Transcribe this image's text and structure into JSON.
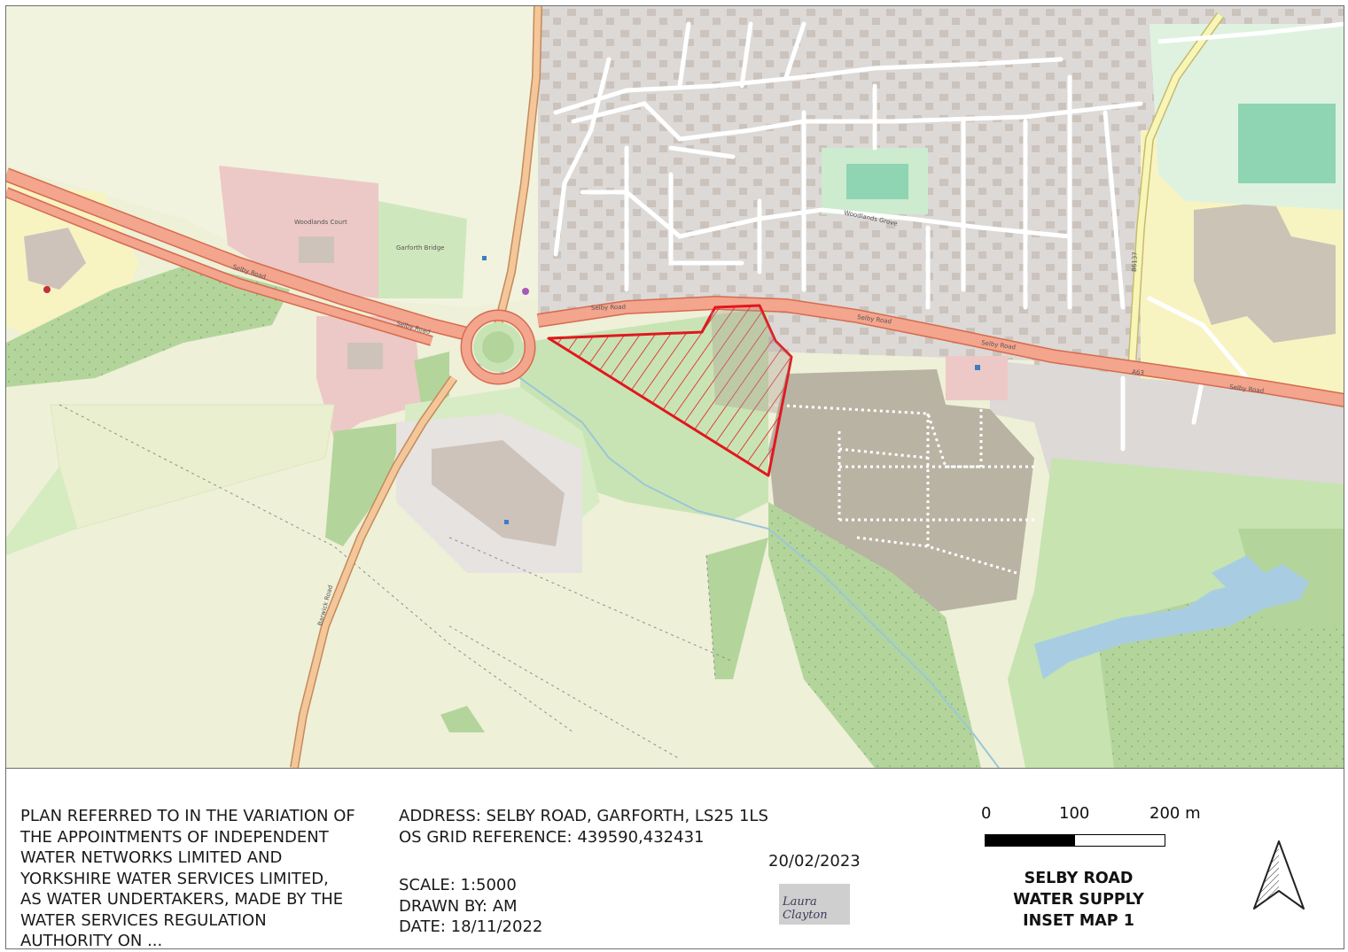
{
  "map": {
    "road_labels": {
      "selby_road": "Selby Road",
      "a63": "A63",
      "woodlands_grove": "Woodlands Grove",
      "barwick_road": "Barwick Road",
      "b6137": "B6137"
    },
    "place_labels": {
      "woodlands_court": "Woodlands Court",
      "garforth_bridge": "Garforth Bridge"
    },
    "colors": {
      "field": "#eef0d8",
      "residential": "#dcd9d7",
      "building": "#cdc3bb",
      "trunk_road": "#f3a58d",
      "primary_road": "#f4c79a",
      "secondary_road": "#f7f6b7",
      "woodland": "#b3d59c",
      "scrub": "#c9e4b4",
      "industrial": "#ecc9c6",
      "heath": "#b8b3a3",
      "water": "#a8cde3",
      "pitch": "#8fd4b3",
      "site_outline": "#e0181f"
    }
  },
  "legend": {
    "plan_text": [
      "PLAN REFERRED TO IN THE VARIATION OF",
      "THE APPOINTMENTS OF INDEPENDENT",
      "WATER NETWORKS LIMITED AND",
      "YORKSHIRE WATER SERVICES LIMITED,",
      "AS WATER UNDERTAKERS, MADE BY THE",
      "WATER SERVICES REGULATION",
      "AUTHORITY ON ..."
    ],
    "address": "ADDRESS: SELBY ROAD, GARFORTH, LS25 1LS",
    "grid_ref": "OS GRID REFERENCE: 439590,432431",
    "scale": "SCALE:  1:5000",
    "drawn_by": "DRAWN BY: AM",
    "date": "DATE: 18/11/2022",
    "signed_date": "20/02/2023",
    "signature": "Laura Clayton",
    "scalebar": {
      "labels": [
        "0",
        "100",
        "200 m"
      ]
    },
    "title_lines": [
      "SELBY ROAD",
      "WATER SUPPLY",
      "INSET MAP 1"
    ]
  }
}
